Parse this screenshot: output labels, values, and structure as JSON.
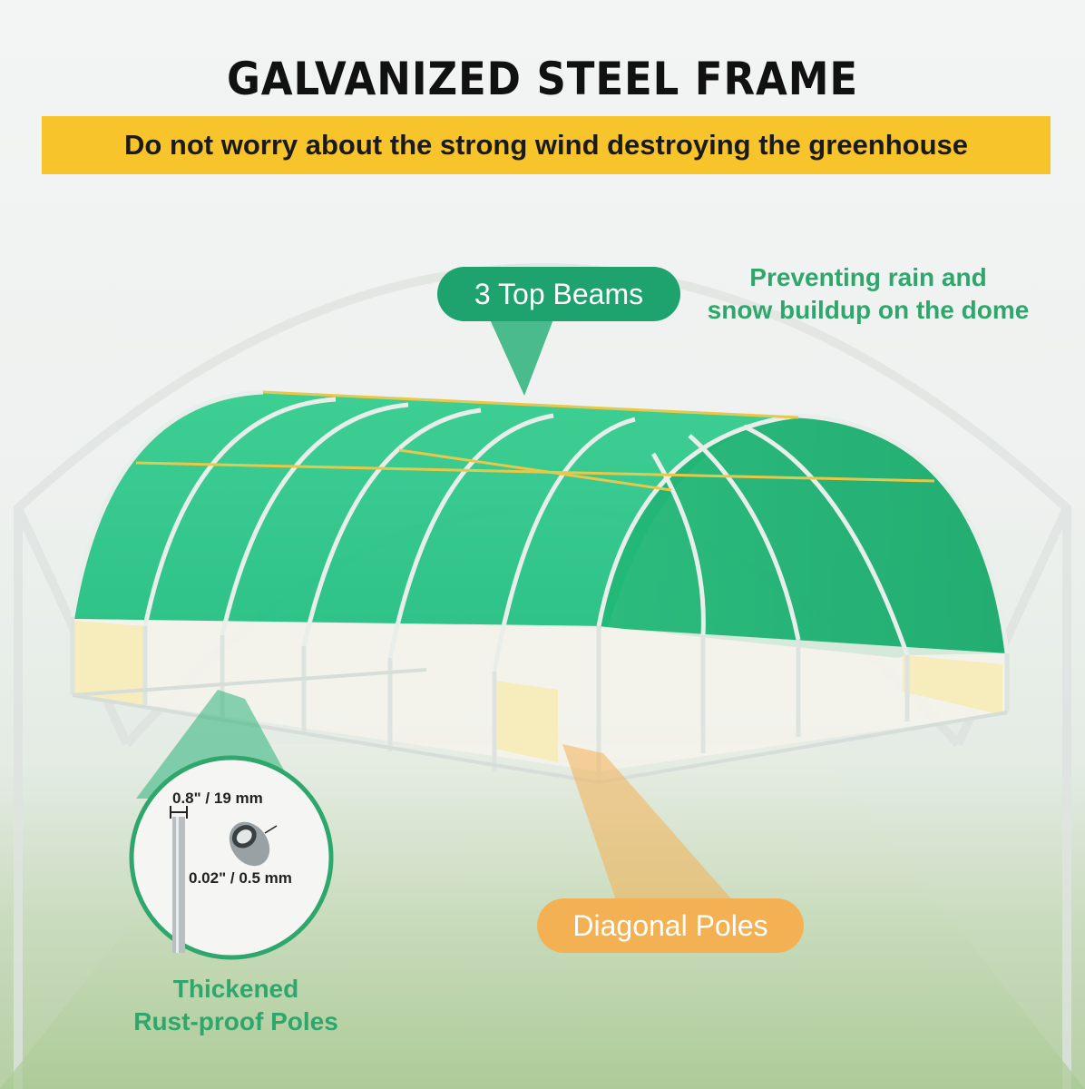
{
  "title": "GALVANIZED STEEL FRAME",
  "banner": "Do not worry about the strong wind destroying the greenhouse",
  "callouts": {
    "top_beams": "3 Top Beams",
    "top_beams_note": [
      "Preventing rain and",
      "snow buildup on the dome"
    ],
    "diagonal_poles": "Diagonal Poles",
    "poles_note": [
      "Thickened",
      "Rust-proof Poles"
    ]
  },
  "dimensions": {
    "diameter": "0.8\" / 19 mm",
    "thickness": "0.02\" / 0.5 mm"
  },
  "colors": {
    "banner": "#f7c42c",
    "green_accent": "#1ea36e",
    "orange_accent": "#f4b153",
    "greenhouse_cover": "#2fc78a"
  }
}
